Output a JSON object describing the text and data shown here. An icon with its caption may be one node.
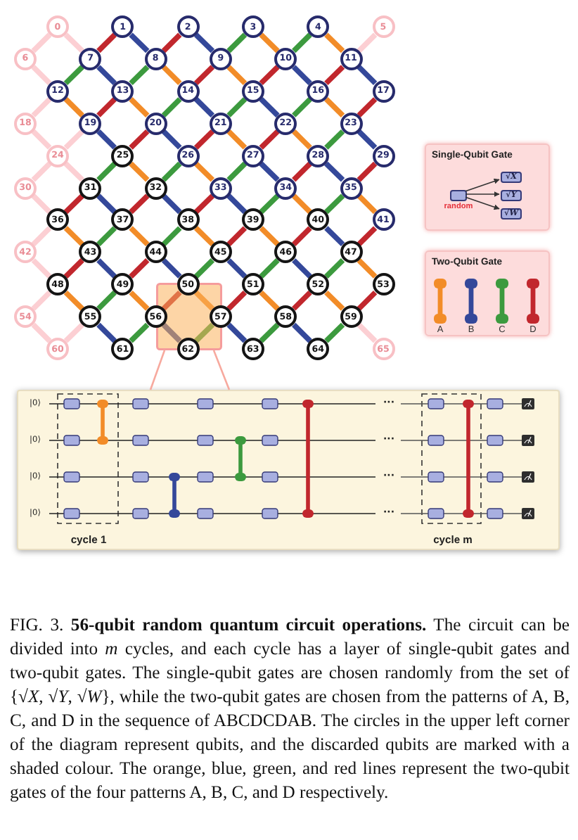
{
  "diagram": {
    "caption": "FIG. 3. **56-qubit random quantum circuit operations.** The circuit can be divided into *m* cycles, and each cycle has a layer of single-qubit gates and two-qubit gates. The single-qubit gates are chosen randomly from the set of {√*X*, √*Y*, √*W*}, while the two-qubit gates are chosen from the patterns of A, B, C, and D in the sequence of ABCDCDAB. The circles in the upper left corner of the diagram represent qubits, and the discarded qubits are marked with a shaded colour. The orange, blue, green, and red lines represent the two-qubit gates of the four patterns A, B, C, and D respectively.",
    "nodes": [
      {
        "text": [
          "0"
        ]
      },
      {
        "text": [
          "1"
        ]
      },
      {
        "text": [
          "2"
        ]
      },
      {
        "text": [
          "3"
        ]
      },
      {
        "text": [
          "4"
        ]
      },
      {
        "text": [
          "5"
        ]
      },
      {
        "text": [
          "6"
        ]
      },
      {
        "text": [
          "7"
        ]
      },
      {
        "text": [
          "8"
        ]
      },
      {
        "text": [
          "9"
        ]
      },
      {
        "text": [
          "10"
        ]
      },
      {
        "text": [
          "11"
        ]
      },
      {
        "text": [
          "12"
        ]
      },
      {
        "text": [
          "13"
        ]
      },
      {
        "text": [
          "14"
        ]
      },
      {
        "text": [
          "15"
        ]
      },
      {
        "text": [
          "16"
        ]
      },
      {
        "text": [
          "17"
        ]
      },
      {
        "text": [
          "18"
        ]
      },
      {
        "text": [
          "19"
        ]
      },
      {
        "text": [
          "20"
        ]
      },
      {
        "text": [
          "21"
        ]
      },
      {
        "text": [
          "22"
        ]
      },
      {
        "text": [
          "23"
        ]
      },
      {
        "text": [
          "24"
        ]
      },
      {
        "text": [
          "25"
        ]
      },
      {
        "text": [
          "26"
        ]
      },
      {
        "text": [
          "27"
        ]
      },
      {
        "text": [
          "28"
        ]
      },
      {
        "text": [
          "29"
        ]
      },
      {
        "text": [
          "30"
        ]
      },
      {
        "text": [
          "31"
        ]
      },
      {
        "text": [
          "32"
        ]
      },
      {
        "text": [
          "33"
        ]
      },
      {
        "text": [
          "34"
        ]
      },
      {
        "text": [
          "35"
        ]
      },
      {
        "text": [
          "36"
        ]
      },
      {
        "text": [
          "37"
        ]
      },
      {
        "text": [
          "38"
        ]
      },
      {
        "text": [
          "39"
        ]
      },
      {
        "text": [
          "40"
        ]
      },
      {
        "text": [
          "41"
        ]
      },
      {
        "text": [
          "42"
        ]
      },
      {
        "text": [
          "43"
        ]
      },
      {
        "text": [
          "44"
        ]
      },
      {
        "text": [
          "45"
        ]
      },
      {
        "text": [
          "46"
        ]
      },
      {
        "text": [
          "47"
        ]
      },
      {
        "text": [
          "48"
        ]
      },
      {
        "text": [
          "49"
        ]
      },
      {
        "text": [
          "50"
        ]
      },
      {
        "text": [
          "51"
        ]
      },
      {
        "text": [
          "52"
        ]
      },
      {
        "text": [
          "53"
        ]
      },
      {
        "text": [
          "54"
        ]
      },
      {
        "text": [
          "55"
        ]
      },
      {
        "text": [
          "56"
        ]
      },
      {
        "text": [
          "57"
        ]
      },
      {
        "text": [
          "58"
        ]
      },
      {
        "text": [
          "59"
        ]
      },
      {
        "text": [
          "60"
        ]
      },
      {
        "text": [
          "61"
        ]
      },
      {
        "text": [
          "62"
        ]
      },
      {
        "text": [
          "63"
        ]
      },
      {
        "text": [
          "64"
        ]
      },
      {
        "text": [
          "65"
        ]
      },
      {
        "text": [
          "Single-Qubit Gate"
        ]
      },
      {
        "text": [],
        "shape": "box",
        "in": 66,
        "beside": [
          "random"
        ]
      },
      {
        "text": [
          "√X"
        ],
        "in": 66
      },
      {
        "text": [
          "√Y"
        ],
        "in": 66
      },
      {
        "text": [
          "√W"
        ],
        "in": 66
      },
      {
        "text": [
          "Two-Qubit Gate"
        ]
      },
      {
        "text": [],
        "shape": "box"
      }
    ],
    "edges": [
      {
        "from": 0,
        "to": 6,
        "arrow": "none",
        "color": "#fccfd3"
      },
      {
        "from": 0,
        "to": 7,
        "arrow": "none",
        "color": "#fccfd3"
      },
      {
        "from": 1,
        "to": 7,
        "arrow": "none",
        "color": "#c1272d"
      },
      {
        "from": 1,
        "to": 8,
        "arrow": "none",
        "color": "#34489a"
      },
      {
        "from": 2,
        "to": 8,
        "arrow": "none",
        "color": "#c1272d"
      },
      {
        "from": 2,
        "to": 9,
        "arrow": "none",
        "color": "#34489a"
      },
      {
        "from": 3,
        "to": 9,
        "arrow": "none",
        "color": "#3c9a3e"
      },
      {
        "from": 3,
        "to": 10,
        "arrow": "none",
        "color": "#f28c28"
      },
      {
        "from": 4,
        "to": 10,
        "arrow": "none",
        "color": "#3c9a3e"
      },
      {
        "from": 4,
        "to": 11,
        "arrow": "none",
        "color": "#f28c28"
      },
      {
        "from": 5,
        "to": 11,
        "arrow": "none",
        "color": "#fccfd3"
      },
      {
        "from": 6,
        "to": 12,
        "arrow": "none",
        "color": "#fccfd3"
      },
      {
        "from": 7,
        "to": 12,
        "arrow": "none",
        "color": "#3c9a3e"
      },
      {
        "from": 7,
        "to": 13,
        "arrow": "none",
        "color": "#34489a"
      },
      {
        "from": 8,
        "to": 13,
        "arrow": "none",
        "color": "#3c9a3e"
      },
      {
        "from": 8,
        "to": 14,
        "arrow": "none",
        "color": "#f28c28"
      },
      {
        "from": 9,
        "to": 14,
        "arrow": "none",
        "color": "#c1272d"
      },
      {
        "from": 9,
        "to": 15,
        "arrow": "none",
        "color": "#f28c28"
      },
      {
        "from": 10,
        "to": 15,
        "arrow": "none",
        "color": "#c1272d"
      },
      {
        "from": 10,
        "to": 16,
        "arrow": "none",
        "color": "#34489a"
      },
      {
        "from": 11,
        "to": 16,
        "arrow": "none",
        "color": "#c1272d"
      },
      {
        "from": 11,
        "to": 17,
        "arrow": "none",
        "color": "#34489a"
      },
      {
        "from": 12,
        "to": 18,
        "arrow": "none",
        "color": "#fccfd3"
      },
      {
        "from": 12,
        "to": 19,
        "arrow": "none",
        "color": "#f28c28"
      },
      {
        "from": 13,
        "to": 19,
        "arrow": "none",
        "color": "#c1272d"
      },
      {
        "from": 13,
        "to": 20,
        "arrow": "none",
        "color": "#f28c28"
      },
      {
        "from": 14,
        "to": 20,
        "arrow": "none",
        "color": "#3c9a3e"
      },
      {
        "from": 14,
        "to": 21,
        "arrow": "none",
        "color": "#34489a"
      },
      {
        "from": 15,
        "to": 21,
        "arrow": "none",
        "color": "#3c9a3e"
      },
      {
        "from": 15,
        "to": 22,
        "arrow": "none",
        "color": "#34489a"
      },
      {
        "from": 16,
        "to": 22,
        "arrow": "none",
        "color": "#3c9a3e"
      },
      {
        "from": 16,
        "to": 23,
        "arrow": "none",
        "color": "#f28c28"
      },
      {
        "from": 17,
        "to": 23,
        "arrow": "none",
        "color": "#c1272d"
      },
      {
        "from": 18,
        "to": 24,
        "arrow": "none",
        "color": "#fccfd3"
      },
      {
        "from": 19,
        "to": 24,
        "arrow": "none",
        "color": "#fccfd3"
      },
      {
        "from": 19,
        "to": 25,
        "arrow": "none",
        "color": "#34489a"
      },
      {
        "from": 20,
        "to": 25,
        "arrow": "none",
        "color": "#c1272d"
      },
      {
        "from": 20,
        "to": 26,
        "arrow": "none",
        "color": "#34489a"
      },
      {
        "from": 21,
        "to": 26,
        "arrow": "none",
        "color": "#c1272d"
      },
      {
        "from": 21,
        "to": 27,
        "arrow": "none",
        "color": "#f28c28"
      },
      {
        "from": 22,
        "to": 27,
        "arrow": "none",
        "color": "#c1272d"
      },
      {
        "from": 22,
        "to": 28,
        "arrow": "none",
        "color": "#f28c28"
      },
      {
        "from": 23,
        "to": 28,
        "arrow": "none",
        "color": "#3c9a3e"
      },
      {
        "from": 23,
        "to": 29,
        "arrow": "none",
        "color": "#34489a"
      },
      {
        "from": 24,
        "to": 30,
        "arrow": "none",
        "color": "#fccfd3"
      },
      {
        "from": 24,
        "to": 31,
        "arrow": "none",
        "color": "#fccfd3"
      },
      {
        "from": 25,
        "to": 31,
        "arrow": "none",
        "color": "#3c9a3e"
      },
      {
        "from": 25,
        "to": 32,
        "arrow": "none",
        "color": "#f28c28"
      },
      {
        "from": 26,
        "to": 32,
        "arrow": "none",
        "color": "#3c9a3e"
      },
      {
        "from": 26,
        "to": 33,
        "arrow": "none",
        "color": "#f28c28"
      },
      {
        "from": 27,
        "to": 33,
        "arrow": "none",
        "color": "#3c9a3e"
      },
      {
        "from": 27,
        "to": 34,
        "arrow": "none",
        "color": "#34489a"
      },
      {
        "from": 28,
        "to": 34,
        "arrow": "none",
        "color": "#c1272d"
      },
      {
        "from": 28,
        "to": 35,
        "arrow": "none",
        "color": "#34489a"
      },
      {
        "from": 29,
        "to": 35,
        "arrow": "none",
        "color": "#c1272d"
      },
      {
        "from": 30,
        "to": 36,
        "arrow": "none",
        "color": "#fccfd3"
      },
      {
        "from": 31,
        "to": 36,
        "arrow": "none",
        "color": "#c1272d"
      },
      {
        "from": 31,
        "to": 37,
        "arrow": "none",
        "color": "#34489a"
      },
      {
        "from": 32,
        "to": 37,
        "arrow": "none",
        "color": "#c1272d"
      },
      {
        "from": 32,
        "to": 38,
        "arrow": "none",
        "color": "#34489a"
      },
      {
        "from": 33,
        "to": 38,
        "arrow": "none",
        "color": "#c1272d"
      },
      {
        "from": 33,
        "to": 39,
        "arrow": "none",
        "color": "#34489a"
      },
      {
        "from": 34,
        "to": 39,
        "arrow": "none",
        "color": "#3c9a3e"
      },
      {
        "from": 34,
        "to": 40,
        "arrow": "none",
        "color": "#f28c28"
      },
      {
        "from": 35,
        "to": 40,
        "arrow": "none",
        "color": "#3c9a3e"
      },
      {
        "from": 35,
        "to": 41,
        "arrow": "none",
        "color": "#f28c28"
      },
      {
        "from": 36,
        "to": 42,
        "arrow": "none",
        "color": "#fccfd3"
      },
      {
        "from": 36,
        "to": 43,
        "arrow": "none",
        "color": "#f28c28"
      },
      {
        "from": 37,
        "to": 43,
        "arrow": "none",
        "color": "#3c9a3e"
      },
      {
        "from": 37,
        "to": 44,
        "arrow": "none",
        "color": "#f28c28"
      },
      {
        "from": 38,
        "to": 44,
        "arrow": "none",
        "color": "#3c9a3e"
      },
      {
        "from": 38,
        "to": 45,
        "arrow": "none",
        "color": "#f28c28"
      },
      {
        "from": 39,
        "to": 45,
        "arrow": "none",
        "color": "#c1272d"
      },
      {
        "from": 39,
        "to": 46,
        "arrow": "none",
        "color": "#f28c28"
      },
      {
        "from": 40,
        "to": 46,
        "arrow": "none",
        "color": "#c1272d"
      },
      {
        "from": 40,
        "to": 47,
        "arrow": "none",
        "color": "#34489a"
      },
      {
        "from": 41,
        "to": 47,
        "arrow": "none",
        "color": "#c1272d"
      },
      {
        "from": 42,
        "to": 48,
        "arrow": "none",
        "color": "#fccfd3"
      },
      {
        "from": 43,
        "to": 48,
        "arrow": "none",
        "color": "#c1272d"
      },
      {
        "from": 43,
        "to": 49,
        "arrow": "none",
        "color": "#34489a"
      },
      {
        "from": 44,
        "to": 49,
        "arrow": "none",
        "color": "#c1272d"
      },
      {
        "from": 44,
        "to": 50,
        "arrow": "none",
        "color": "#34489a"
      },
      {
        "from": 45,
        "to": 50,
        "arrow": "none",
        "color": "#3c9a3e"
      },
      {
        "from": 45,
        "to": 51,
        "arrow": "none",
        "color": "#34489a"
      },
      {
        "from": 46,
        "to": 51,
        "arrow": "none",
        "color": "#3c9a3e"
      },
      {
        "from": 46,
        "to": 52,
        "arrow": "none",
        "color": "#34489a"
      },
      {
        "from": 47,
        "to": 52,
        "arrow": "none",
        "color": "#3c9a3e"
      },
      {
        "from": 47,
        "to": 53,
        "arrow": "none",
        "color": "#f28c28"
      },
      {
        "from": 48,
        "to": 54,
        "arrow": "none",
        "color": "#fccfd3"
      },
      {
        "from": 48,
        "to": 55,
        "arrow": "none",
        "color": "#f28c28"
      },
      {
        "from": 49,
        "to": 55,
        "arrow": "none",
        "color": "#3c9a3e"
      },
      {
        "from": 49,
        "to": 56,
        "arrow": "none",
        "color": "#f28c28"
      },
      {
        "from": 50,
        "to": 56,
        "arrow": "none",
        "color": "#c1272d"
      },
      {
        "from": 50,
        "to": 57,
        "arrow": "none",
        "color": "#f28c28"
      },
      {
        "from": 51,
        "to": 57,
        "arrow": "none",
        "color": "#c1272d"
      },
      {
        "from": 51,
        "to": 58,
        "arrow": "none",
        "color": "#f28c28"
      },
      {
        "from": 52,
        "to": 58,
        "arrow": "none",
        "color": "#c1272d"
      },
      {
        "from": 52,
        "to": 59,
        "arrow": "none",
        "color": "#f28c28"
      },
      {
        "from": 53,
        "to": 59,
        "arrow": "none",
        "color": "#c1272d"
      },
      {
        "from": 54,
        "to": 60,
        "arrow": "none",
        "color": "#fccfd3"
      },
      {
        "from": 55,
        "to": 60,
        "arrow": "none",
        "color": "#fccfd3"
      },
      {
        "from": 55,
        "to": 61,
        "arrow": "none",
        "color": "#34489a"
      },
      {
        "from": 56,
        "to": 61,
        "arrow": "none",
        "color": "#3c9a3e"
      },
      {
        "from": 56,
        "to": 62,
        "arrow": "none",
        "color": "#34489a"
      },
      {
        "from": 57,
        "to": 62,
        "arrow": "none",
        "color": "#3c9a3e"
      },
      {
        "from": 57,
        "to": 63,
        "arrow": "none",
        "color": "#34489a"
      },
      {
        "from": 58,
        "to": 63,
        "arrow": "none",
        "color": "#3c9a3e"
      },
      {
        "from": 58,
        "to": 64,
        "arrow": "none",
        "color": "#34489a"
      },
      {
        "from": 59,
        "to": 64,
        "arrow": "none",
        "color": "#3c9a3e"
      },
      {
        "from": 59,
        "to": 65,
        "arrow": "none",
        "color": "#fccfd3"
      },
      {
        "from": 67,
        "to": 68,
        "arrow": "to",
        "color": "#333333"
      },
      {
        "from": 67,
        "to": 69,
        "arrow": "to",
        "color": "#333333"
      },
      {
        "from": 67,
        "to": 70,
        "arrow": "to",
        "color": "#333333"
      }
    ],
    "labels": [
      "|0⟩",
      "···",
      "|0⟩",
      "···",
      "|0⟩",
      "···",
      "|0⟩",
      "···",
      "cycle 1",
      "cycle m"
    ],
    "legend": [
      {
        "text": "A",
        "color": "#f28c28"
      },
      {
        "text": "B",
        "color": "#34489a"
      },
      {
        "text": "C",
        "color": "#3c9a3e"
      },
      {
        "text": "D",
        "color": "#c1272d"
      }
    ]
  }
}
